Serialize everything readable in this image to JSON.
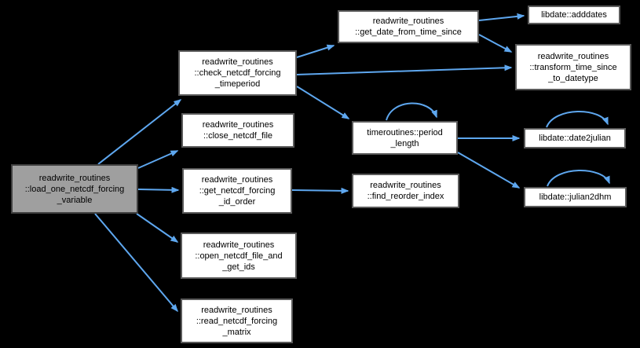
{
  "diagram_type": "doxygen-call-graph",
  "palette": {
    "background": "#000000",
    "edge_color": "#5ea7ef",
    "node_fill": "#ffffff",
    "node_border": "#5a5a5a",
    "current_node_fill": "#9f9f9f",
    "text_color": "#000000"
  },
  "nodes": [
    {
      "id": "load_one_netcdf_forcing_variable",
      "current": true,
      "label": "readwrite_routines\n::load_one_netcdf_forcing\n_variable"
    },
    {
      "id": "check_netcdf_forcing_timeperiod",
      "current": false,
      "label": "readwrite_routines\n::check_netcdf_forcing\n_timeperiod"
    },
    {
      "id": "close_netcdf_file",
      "current": false,
      "label": "readwrite_routines\n::close_netcdf_file"
    },
    {
      "id": "get_netcdf_forcing_id_order",
      "current": false,
      "label": "readwrite_routines\n::get_netcdf_forcing\n_id_order"
    },
    {
      "id": "open_netcdf_file_and_get_ids",
      "current": false,
      "label": "readwrite_routines\n::open_netcdf_file_and\n_get_ids"
    },
    {
      "id": "read_netcdf_forcing_matrix",
      "current": false,
      "label": "readwrite_routines\n::read_netcdf_forcing\n_matrix"
    },
    {
      "id": "get_date_from_time_since",
      "current": false,
      "label": "readwrite_routines\n::get_date_from_time_since"
    },
    {
      "id": "adddates",
      "current": false,
      "label": "libdate::adddates"
    },
    {
      "id": "transform_time_since_to_datetype",
      "current": false,
      "label": "readwrite_routines\n::transform_time_since\n_to_datetype"
    },
    {
      "id": "period_length",
      "current": false,
      "label": "timeroutines::period\n_length"
    },
    {
      "id": "find_reorder_index",
      "current": false,
      "label": "readwrite_routines\n::find_reorder_index"
    },
    {
      "id": "date2julian",
      "current": false,
      "label": "libdate::date2julian"
    },
    {
      "id": "julian2dhm",
      "current": false,
      "label": "libdate::julian2dhm"
    }
  ],
  "edges": [
    {
      "from": "load_one_netcdf_forcing_variable",
      "to": "check_netcdf_forcing_timeperiod"
    },
    {
      "from": "load_one_netcdf_forcing_variable",
      "to": "close_netcdf_file"
    },
    {
      "from": "load_one_netcdf_forcing_variable",
      "to": "get_netcdf_forcing_id_order"
    },
    {
      "from": "load_one_netcdf_forcing_variable",
      "to": "open_netcdf_file_and_get_ids"
    },
    {
      "from": "load_one_netcdf_forcing_variable",
      "to": "read_netcdf_forcing_matrix"
    },
    {
      "from": "check_netcdf_forcing_timeperiod",
      "to": "get_date_from_time_since"
    },
    {
      "from": "check_netcdf_forcing_timeperiod",
      "to": "transform_time_since_to_datetype"
    },
    {
      "from": "check_netcdf_forcing_timeperiod",
      "to": "period_length"
    },
    {
      "from": "get_date_from_time_since",
      "to": "adddates"
    },
    {
      "from": "get_date_from_time_since",
      "to": "transform_time_since_to_datetype"
    },
    {
      "from": "get_netcdf_forcing_id_order",
      "to": "find_reorder_index"
    },
    {
      "from": "period_length",
      "to": "period_length"
    },
    {
      "from": "period_length",
      "to": "date2julian"
    },
    {
      "from": "period_length",
      "to": "julian2dhm"
    },
    {
      "from": "date2julian",
      "to": "date2julian"
    },
    {
      "from": "julian2dhm",
      "to": "julian2dhm"
    }
  ]
}
